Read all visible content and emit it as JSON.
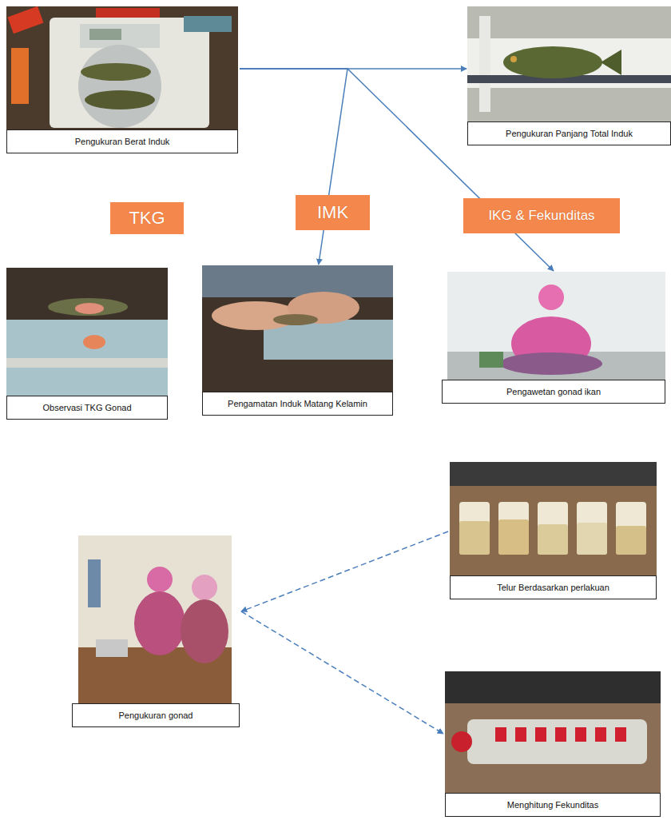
{
  "diagram": {
    "nodes": [
      {
        "text": [
          "Pengukuran Berat Induk"
        ]
      },
      {
        "text": [
          "Pengukuran Panjang Total Induk"
        ]
      },
      {
        "text": [
          "TKG"
        ]
      },
      {
        "text": [
          "IMK"
        ]
      },
      {
        "text": [
          "IKG & Fekunditas"
        ]
      },
      {
        "text": [
          "Observasi TKG  Gonad"
        ]
      },
      {
        "text": [
          "Pengamatan Induk Matang Kelamin"
        ]
      },
      {
        "text": [
          "Pengawetan gonad ikan"
        ]
      },
      {
        "text": [
          "Telur Berdasarkan perlakuan"
        ]
      },
      {
        "text": [
          "Pengukuran gonad"
        ]
      },
      {
        "text": [
          "Menghitung Fekunditas"
        ]
      }
    ],
    "edges": [
      {
        "from": 0,
        "to": 1,
        "arrow": "to"
      },
      {
        "from": 0,
        "to": 6,
        "arrow": "to"
      },
      {
        "from": 0,
        "to": 7,
        "arrow": "to"
      },
      {
        "from": 8,
        "to": 9,
        "arrow": "to"
      },
      {
        "from": 9,
        "to": 10,
        "arrow": "to"
      }
    ]
  }
}
